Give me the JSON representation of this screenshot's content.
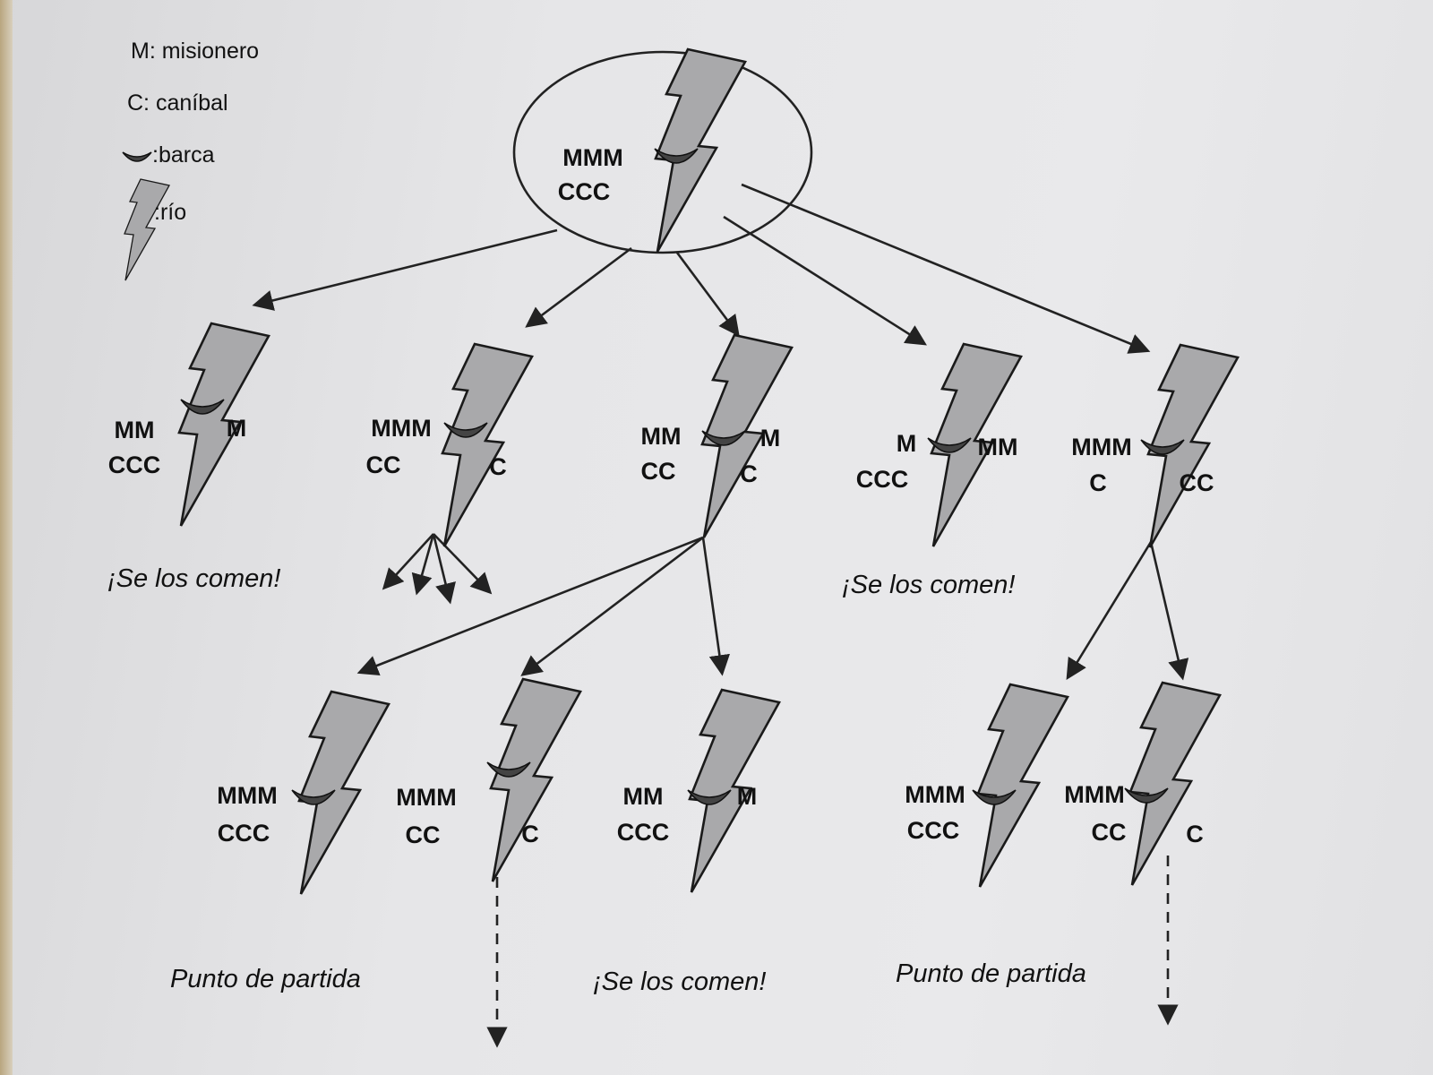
{
  "legend": {
    "missionary": "M: misionero",
    "cannibal": "C: caníbal",
    "boat": ":barca",
    "river": ":río"
  },
  "icons": {
    "boat": "boat-icon",
    "river": "lightning-river-icon"
  },
  "states": [
    {
      "id": "root",
      "left_m": "MMM",
      "left_c": "CCC",
      "right_m": "",
      "right_c": "",
      "boat": "left"
    },
    {
      "id": "l1-a",
      "left_m": "MM",
      "left_c": "CCC",
      "right_m": "M",
      "right_c": "",
      "boat": "right"
    },
    {
      "id": "l1-b",
      "left_m": "MMM",
      "left_c": "CC",
      "right_m": "",
      "right_c": "C",
      "boat": "right"
    },
    {
      "id": "l1-c",
      "left_m": "MM",
      "left_c": "CC",
      "right_m": "M",
      "right_c": "C",
      "boat": "right"
    },
    {
      "id": "l1-d",
      "left_m": "M",
      "left_c": "CCC",
      "right_m": "MM",
      "right_c": "",
      "boat": "right"
    },
    {
      "id": "l1-e",
      "left_m": "MMM",
      "left_c": "C",
      "right_m": "",
      "right_c": "CC",
      "boat": "right"
    },
    {
      "id": "l2-a",
      "left_m": "MMM",
      "left_c": "CCC",
      "right_m": "",
      "right_c": "",
      "boat": "left"
    },
    {
      "id": "l2-b",
      "left_m": "MMM",
      "left_c": "CC",
      "right_m": "",
      "right_c": "C",
      "boat": "left"
    },
    {
      "id": "l2-c",
      "left_m": "MM",
      "left_c": "CCC",
      "right_m": "M",
      "right_c": "",
      "boat": "left"
    },
    {
      "id": "l2-d",
      "left_m": "MMM",
      "left_c": "CCC",
      "right_m": "",
      "right_c": "",
      "boat": "left"
    },
    {
      "id": "l2-e",
      "left_m": "MMM",
      "left_c": "CC",
      "right_m": "",
      "right_c": "C",
      "boat": "left"
    }
  ],
  "annotations": {
    "eaten": "¡Se los comen!",
    "start_point": "Punto de partida"
  }
}
